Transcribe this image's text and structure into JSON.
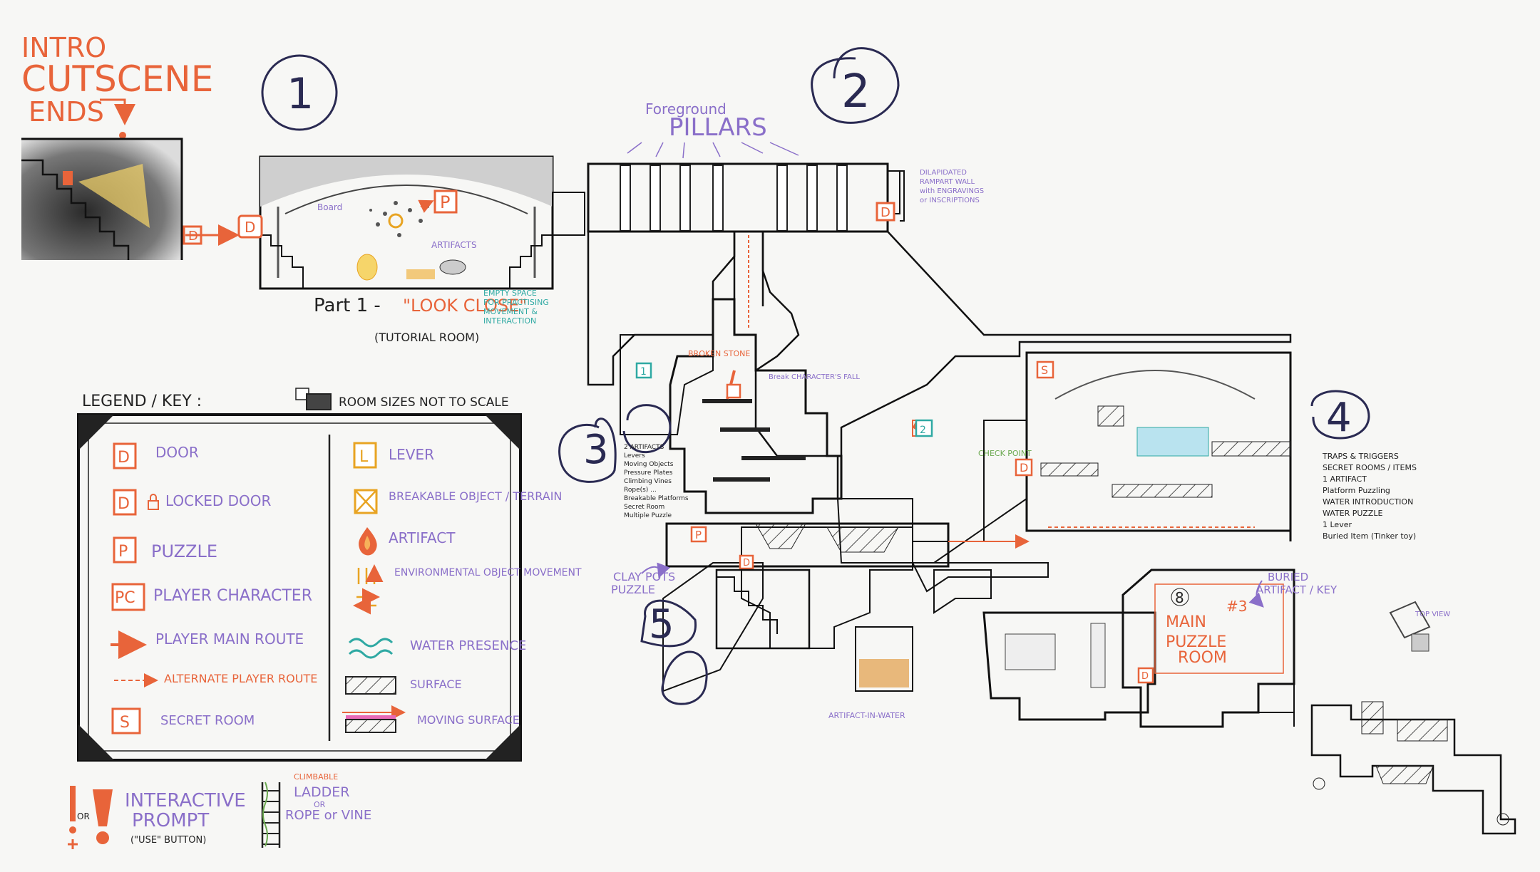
{
  "intro": {
    "line1": "INTRO",
    "line2": "CUTSCENE",
    "line3": "ENDS"
  },
  "section_numbers": [
    "1",
    "2",
    "3",
    "4",
    "5"
  ],
  "room1": {
    "title": "Part 1 -",
    "subtitle": "\"LOOK CLOSE\"",
    "note": "(TUTORIAL ROOM)",
    "side_note": [
      "EMPTY SPACE",
      "FOR PRACTISING",
      "MOVEMENT &",
      "INTERACTION"
    ],
    "labels": {
      "board": "Board",
      "artifacts": "ARTIFACTS"
    }
  },
  "room2": {
    "heading_small": "Foreground",
    "heading_big": "PILLARS",
    "side_note": [
      "DILAPIDATED",
      "RAMPART WALL",
      "with ENGRAVINGS",
      "or INSCRIPTIONS"
    ]
  },
  "room3": {
    "list": [
      "2 ARTIFACTS",
      "Levers",
      "Moving Objects",
      "Pressure Plates",
      "Climbing Vines",
      "Rope(s) ...",
      "Breakable Platforms",
      "Secret Room",
      "Multiple Puzzle"
    ],
    "labels": {
      "broken_stone": "BROKEN STONE",
      "chars_fall": "Break CHARACTER'S FALL"
    }
  },
  "room4": {
    "list": [
      "TRAPS & TRIGGERS",
      "SECRET ROOMS / ITEMS",
      "1 ARTIFACT",
      "Platform Puzzling",
      "WATER INTRODUCTION",
      "WATER PUZZLE",
      "1 Lever",
      "Buried Item (Tinker toy)"
    ],
    "check_point": "CHECK POINT"
  },
  "room5": {
    "clay_pots": [
      "CLAY POTS",
      "PUZZLE"
    ]
  },
  "room8": {
    "number": "8",
    "sub": "#3",
    "title": [
      "MAIN",
      "PUZZLE",
      "ROOM"
    ]
  },
  "buried_artifact": [
    "BURIED",
    "ARTIFACT / KEY"
  ],
  "artifact_in_water": "ARTIFACT-IN-WATER",
  "top_view": "TOP VIEW",
  "legend": {
    "title": "LEGEND / KEY :",
    "scale_note": "ROOM SIZES NOT TO SCALE",
    "items_left": [
      {
        "icon": "D",
        "label": "DOOR"
      },
      {
        "icon": "D",
        "label": "LOCKED DOOR"
      },
      {
        "icon": "P",
        "label": "PUZZLE"
      },
      {
        "icon": "PC",
        "label": "PLAYER CHARACTER"
      },
      {
        "icon": "arrow",
        "label": "PLAYER MAIN ROUTE"
      },
      {
        "icon": "dash",
        "label": "ALTERNATE PLAYER ROUTE"
      },
      {
        "icon": "S",
        "label": "SECRET ROOM"
      }
    ],
    "items_right": [
      {
        "icon": "L",
        "label": "LEVER"
      },
      {
        "icon": "X",
        "label": "BREAKABLE OBJECT / TERRAIN"
      },
      {
        "icon": "artifact",
        "label": "ARTIFACT"
      },
      {
        "icon": "arrows",
        "label": "ENVIRONMENTAL OBJECT MOVEMENT"
      },
      {
        "icon": "water",
        "label": "WATER PRESENCE"
      },
      {
        "icon": "hatch",
        "label": "SURFACE"
      },
      {
        "icon": "moving",
        "label": "MOVING SURFACE"
      }
    ]
  },
  "prompt": {
    "label": [
      "INTERACTIVE",
      "PROMPT"
    ],
    "sub": "(\"USE\" BUTTON)",
    "or": "OR"
  },
  "ladder": {
    "climbable": "CLIMBABLE",
    "label": [
      "LADDER",
      "OR",
      "ROPE or VINE"
    ]
  },
  "colors": {
    "orange": "#e8643a",
    "purple": "#8a6fc9",
    "teal": "#2fa9a3",
    "gold": "#e8a423",
    "ink": "#111111"
  }
}
